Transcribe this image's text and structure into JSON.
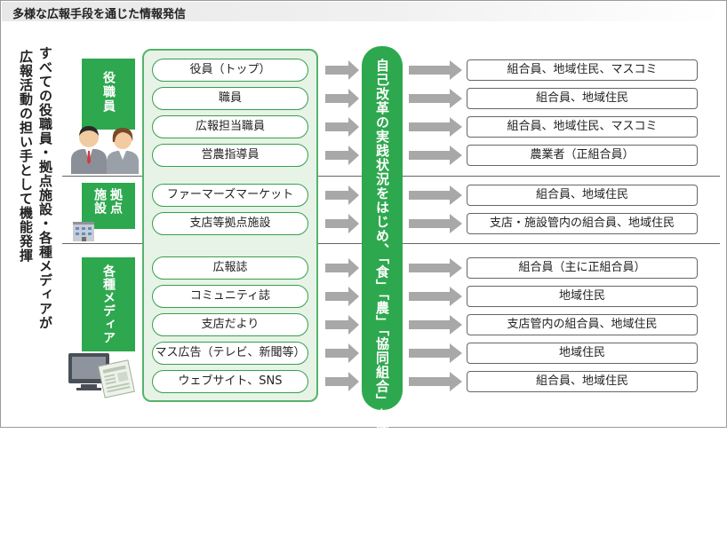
{
  "title": "多様な広報手段を通じた情報発信",
  "left_caption_1": "すべての役職員・拠点施設・各種メディアが",
  "left_caption_2": "広報活動の担い手として機能発揮",
  "groups": {
    "officials": "役職員",
    "facilities_a": "拠点",
    "facilities_b": "施設",
    "media": "各種メディア"
  },
  "channels": [
    "役員（トップ）",
    "職員",
    "広報担当職員",
    "営農指導員",
    "ファーマーズマーケット",
    "支店等拠点施設",
    "広報誌",
    "コミュニティ誌",
    "支店だより",
    "マス広告（テレビ、新聞等）",
    "ウェブサイト、SNS"
  ],
  "center_message": "自己改革の実践状況をはじめ、「食」「農」「協同組合」を徹底して情報発信",
  "audiences": [
    "組合員、地域住民、マスコミ",
    "組合員、地域住民",
    "組合員、地域住民、マスコミ",
    "農業者（正組合員）",
    "組合員、地域住民",
    "支店・施設管内の組合員、地域住民",
    "組合員（主に正組合員）",
    "地域住民",
    "支店管内の組合員、地域住民",
    "地域住民",
    "組合員、地域住民"
  ],
  "colors": {
    "green": "#2ea84e",
    "panel": "#e6f3e6",
    "arrow": "#a8a8a8"
  },
  "icons": [
    "people-icon",
    "building-icon",
    "tv-icon",
    "newspaper-icon"
  ]
}
